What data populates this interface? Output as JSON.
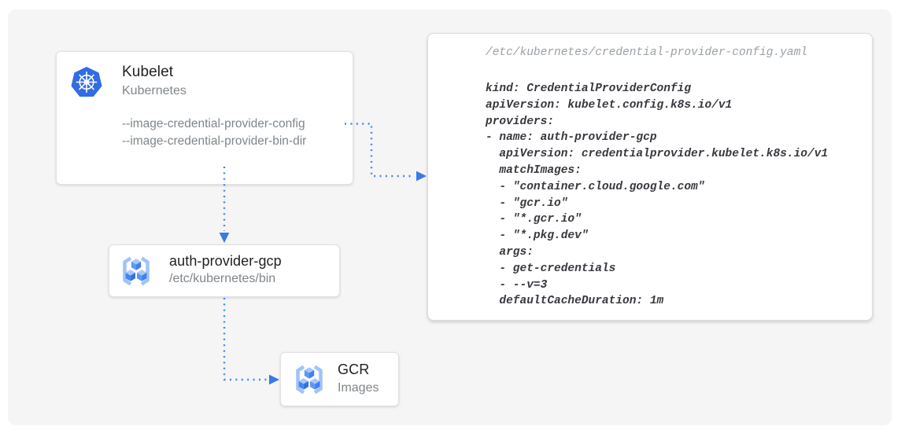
{
  "colors": {
    "accent_blue": "#4285f4",
    "arrowhead_blue": "#3b78e8",
    "kubernetes_blue": "#326ce5",
    "registry_bracket_blue": "#a3c3f7",
    "backdrop_gray": "#f5f5f6",
    "title_text": "#212121",
    "muted_text": "#80868b",
    "code_text": "#37393e",
    "code_filename_text": "#9aa0a6"
  },
  "nodes": {
    "kubelet": {
      "icon": "kubernetes-logo-icon",
      "title": "Kubelet",
      "subtitle": "Kubernetes",
      "flags": [
        "--image-credential-provider-config",
        "--image-credential-provider-bin-dir"
      ]
    },
    "auth_provider": {
      "icon": "container-registry-icon",
      "title": "auth-provider-gcp",
      "subtitle": "/etc/kubernetes/bin"
    },
    "gcr": {
      "icon": "container-registry-icon",
      "title": "GCR",
      "subtitle": "Images"
    }
  },
  "code_panel": {
    "filename": "/etc/kubernetes/credential-provider-config.yaml",
    "yaml": "kind: CredentialProviderConfig\napiVersion: kubelet.config.k8s.io/v1\nproviders:\n- name: auth-provider-gcp\n  apiVersion: credentialprovider.kubelet.k8s.io/v1\n  matchImages:\n  - \"container.cloud.google.com\"\n  - \"gcr.io\"\n  - \"*.gcr.io\"\n  - \"*.pkg.dev\"\n  args:\n  - get-credentials\n  - --v=3\n  defaultCacheDuration: 1m"
  },
  "connections": [
    {
      "from": "kubelet-flag-config",
      "to": "config-yaml-panel",
      "style": "dotted-arrow"
    },
    {
      "from": "kubelet-node",
      "to": "auth-provider-node",
      "style": "dotted-arrow"
    },
    {
      "from": "auth-provider-node",
      "to": "gcr-node",
      "style": "dotted-arrow"
    }
  ]
}
